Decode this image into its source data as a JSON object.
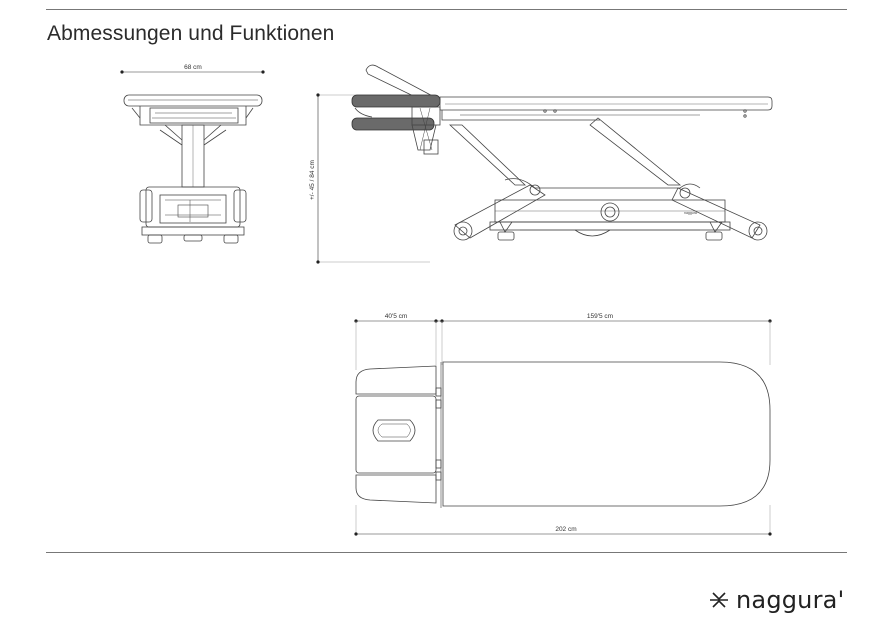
{
  "page": {
    "title": "Abmessungen und Funktionen"
  },
  "dimensions": {
    "front_width": "68 cm",
    "side_height": "+/- 45 / 84 cm",
    "head_section": "40'5 cm",
    "body_section": "159'5 cm",
    "total_length": "202 cm",
    "base_brand": "naggura"
  },
  "brand": {
    "logo_text": "naggura'",
    "icon": "naggura-logo-icon"
  }
}
